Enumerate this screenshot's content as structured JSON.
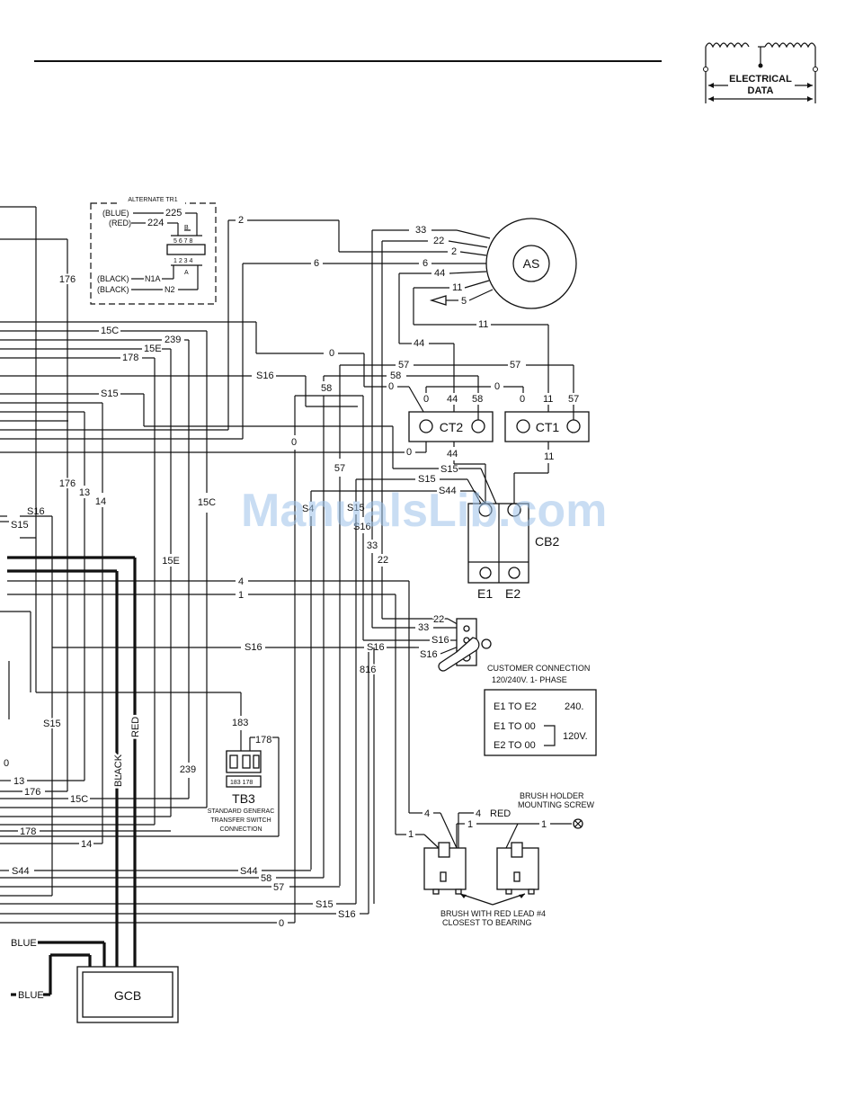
{
  "header": {
    "logo_text_1": "ELECTRICAL",
    "logo_text_2": "DATA"
  },
  "watermark": "ManualsLib.com",
  "alternate_tr1": {
    "title": "ALTERNATE TR1",
    "blue_label": "(BLUE)",
    "blue_wire": "225",
    "red_label": "(RED)",
    "red_wire": "224",
    "black_label_1": "(BLACK)",
    "black_wire_1": "N1A",
    "black_label_2": "(BLACK)",
    "black_wire_2": "N2",
    "terminals_top": "5 6 7 8",
    "terminals_bottom": "1 2 3 4",
    "tap_b": "B",
    "tap_a": "A"
  },
  "as_component": {
    "label": "AS",
    "wires": [
      "33",
      "22",
      "2",
      "6",
      "44",
      "11",
      "5"
    ]
  },
  "ct2": {
    "label": "CT2",
    "top_wires": [
      "0",
      "44",
      "58"
    ],
    "bottom_wire": "44"
  },
  "ct1": {
    "label": "CT1",
    "top_wires": [
      "0",
      "11",
      "57"
    ],
    "bottom_wire": "11"
  },
  "cb2": {
    "label": "CB2",
    "terminal_1": "E1",
    "terminal_2": "E2"
  },
  "gcb": {
    "label": "GCB"
  },
  "tb3": {
    "label": "TB3",
    "caption_1": "STANDARD GENERAC",
    "caption_2": "TRANSFER SWITCH",
    "caption_3": "CONNECTION",
    "wire_183": "183",
    "wire_178": "178",
    "terminal_marks": "183 178"
  },
  "customer_connection": {
    "title_1": "CUSTOMER CONNECTION",
    "title_2": "120/240V. 1- PHASE",
    "row_1": "E1 TO E2",
    "row_1_value": "240.",
    "row_2": "E1 TO 00",
    "row_3": "E2 TO 00",
    "row_23_value": "120V."
  },
  "brush": {
    "holder_label_1": "BRUSH HOLDER",
    "holder_label_2": "MOUNTING SCREW",
    "lead_label_1": "BRUSH WITH RED LEAD #4",
    "lead_label_2": "CLOSEST TO BEARING",
    "red_label": "RED"
  },
  "wire_labels": {
    "w2": "2",
    "w6": "6",
    "w6b": "6",
    "w33": "33",
    "w22": "22",
    "w2b": "2",
    "w44": "44",
    "w11": "11",
    "w5": "5",
    "w11b": "11",
    "w44b": "44",
    "w176": "176",
    "w15c": "15C",
    "w239": "239",
    "w15e": "15E",
    "w178": "178",
    "w0a": "0",
    "w57a": "57",
    "w58a": "58",
    "w0b": "0",
    "w0c": "0",
    "w57b": "57",
    "ws16a": "S16",
    "w58b": "58",
    "ws15a": "S15",
    "w0d": "0",
    "w0e": "0",
    "w44c": "44",
    "w11c": "11",
    "w57c": "57",
    "ws15b": "S15",
    "ws15c": "S15",
    "ws44a": "S44",
    "ws44b": "S4",
    "ws15d": "S15",
    "ws16b": "S16",
    "w176b": "176",
    "w13": "13",
    "w14": "14",
    "w15cv": "15C",
    "ws16c": "S16",
    "ws15e": "S15",
    "w15ev": "15E",
    "w33b": "33",
    "w22b": "22",
    "w4": "4",
    "w1": "1",
    "w22c": "22",
    "w33c": "33",
    "ws16d": "S16",
    "ws16e": "S16",
    "ws16f": "S16",
    "ws16g": "S16",
    "w816": "816",
    "ws15f": "S15",
    "w183": "183",
    "w13b": "13",
    "w176c": "176",
    "w15cb": "15C",
    "w239b": "239",
    "w178b": "178",
    "w14b": "14",
    "w0_left": "0",
    "ws44c": "S44",
    "ws44d": "S44",
    "w58c": "58",
    "w57d": "57",
    "ws15g": "S15",
    "ws16h": "S16",
    "w0f": "0",
    "w4b": "4",
    "w4c": "4",
    "w1b": "1",
    "w1c": "1",
    "w1d": "1",
    "blue_1": "BLUE",
    "blue_2": "BLUE",
    "black": "BLACK",
    "red": "RED"
  }
}
